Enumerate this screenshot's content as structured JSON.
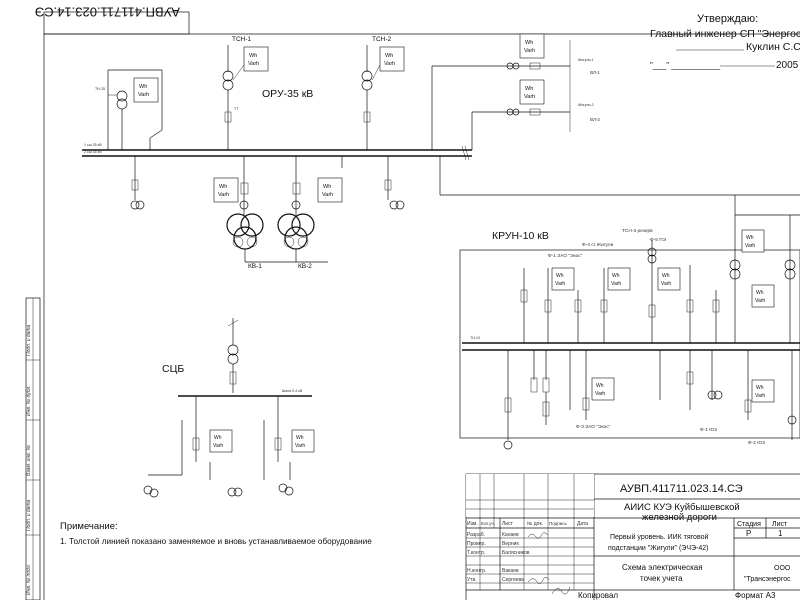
{
  "approval": {
    "line1": "Утверждаю:",
    "line2": "Главный инженер СП \"Энергос",
    "line3": "Куклин С.С",
    "line4": "2005"
  },
  "side_stamp_code": "АУВП.411711.023.14.СЭ",
  "side_fields": [
    "Подп. и дата",
    "Инв. № дубл.",
    "Взам. инв. №",
    "Подп. и дата",
    "Инв. № подл."
  ],
  "sections": {
    "oru": "ОРУ-35 кВ",
    "krun": "КРУН-10 кВ",
    "scb": "СЦБ"
  },
  "transformers": {
    "tsn1": "ТСН-1",
    "tsn2": "ТСН-2",
    "kv1": "КВ-1",
    "kv2": "КВ-2"
  },
  "meter": {
    "line1": "Wh",
    "line2": "Varh"
  },
  "feeders_right": {
    "f1": "ВЛ-1",
    "f2": "ВЛ-2",
    "zhig1": "Жигули-1",
    "zhig2": "Жигули-2"
  },
  "krun_labels": {
    "f1": "Ф-1 ЗАО \"Экос\"",
    "f3": "Ф-3 ЗАО \"Экос\"",
    "f4": "Ф-4 ст.Жигули",
    "tsn3": "ТСН-3 резерв",
    "f5": "Ф-5 ПЭ",
    "f1q": "Ф-1 ЮЗ",
    "f2q": "Ф-2 ЮЗ"
  },
  "small_labels": {
    "bus35_1": "1 сш 35 кВ",
    "bus35_2": "2 сш 35 кВ",
    "bus_scb": "Шина 0.4 кВ",
    "tv": "ТН-35",
    "tn10": "ТН-10",
    "tv10": "ТВ-10"
  },
  "note": {
    "title": "Примечание:",
    "text": "1. Толстой линией показано заменяемое и вновь устанавливаемое оборудование"
  },
  "title_block": {
    "code": "АУВП.411711.023.14.СЭ",
    "org_line1": "АИИС КУЭ Куйбышевской",
    "org_line2": "железной дороги",
    "cols": [
      "Изм.",
      "Кол.уч.",
      "Лист",
      "№ док.",
      "Подпись",
      "Дата"
    ],
    "roles": [
      "Разраб.",
      "Провер.",
      "Т.контр.",
      "",
      "Н.контр.",
      "Утв."
    ],
    "names": [
      "Канаев",
      "Верник",
      "Балясников",
      "",
      "Вакаев",
      "Сергеева"
    ],
    "desc_line1": "Первый уровень. ИИК тяговой",
    "desc_line2": "подстанции \"Жигули\" (ЭЧЭ-42)",
    "scheme_line1": "Схема электрическая",
    "scheme_line2": "точек учета",
    "stage_hdr": "Стадия",
    "sheet_hdr": "Лист",
    "stage_val": "Р",
    "sheet_val": "1",
    "company_line1": "ООО",
    "company_line2": "\"Трансэнергос",
    "copied": "Копировал",
    "format": "Формат А3"
  }
}
